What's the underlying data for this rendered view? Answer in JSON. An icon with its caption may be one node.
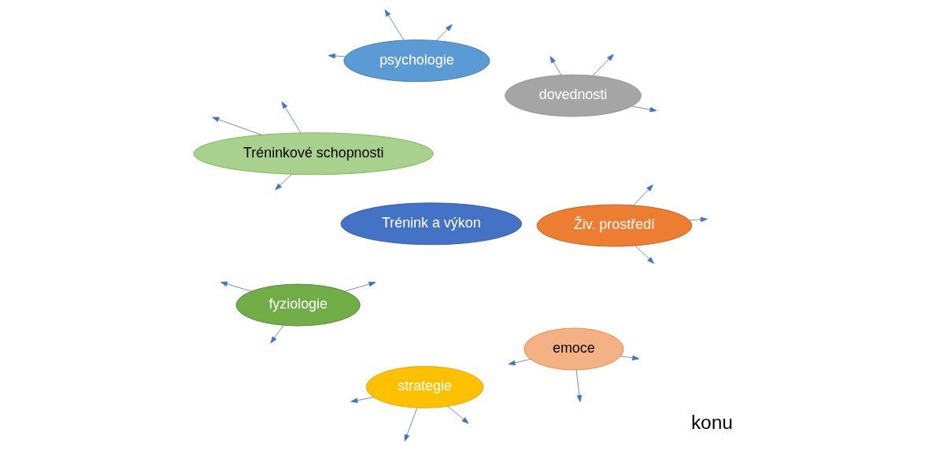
{
  "diagram": {
    "nodes": [
      {
        "text": [
          "strategie"
        ]
      },
      {
        "text": [
          "dovednosti"
        ]
      },
      {
        "text": [
          "emoce"
        ]
      },
      {
        "text": [
          "Trénink a výkon"
        ]
      },
      {
        "text": [
          "psychologie"
        ]
      },
      {
        "text": [
          "Tréninkové schopnosti"
        ]
      },
      {
        "text": [
          "fyziologie"
        ]
      },
      {
        "text": [
          "Živ. prostředí"
        ]
      }
    ],
    "edges": [
      {
        "from": 0,
        "to": null,
        "arrow": "to"
      },
      {
        "from": 0,
        "to": null,
        "arrow": "to"
      },
      {
        "from": 0,
        "to": null,
        "arrow": "to"
      },
      {
        "from": 1,
        "to": null,
        "arrow": "to"
      },
      {
        "from": 1,
        "to": null,
        "arrow": "to"
      },
      {
        "from": 1,
        "to": null,
        "arrow": "to"
      },
      {
        "from": 2,
        "to": null,
        "arrow": "to"
      },
      {
        "from": 2,
        "to": null,
        "arrow": "to"
      },
      {
        "from": 2,
        "to": null,
        "arrow": "to"
      },
      {
        "from": 4,
        "to": null,
        "arrow": "to"
      },
      {
        "from": 4,
        "to": null,
        "arrow": "to"
      },
      {
        "from": 4,
        "to": null,
        "arrow": "to"
      },
      {
        "from": 5,
        "to": null,
        "arrow": "to"
      },
      {
        "from": 5,
        "to": null,
        "arrow": "to"
      },
      {
        "from": 5,
        "to": null,
        "arrow": "to"
      },
      {
        "from": 6,
        "to": null,
        "arrow": "to"
      },
      {
        "from": 6,
        "to": null,
        "arrow": "to"
      },
      {
        "from": 6,
        "to": null,
        "arrow": "to"
      },
      {
        "from": 7,
        "to": null,
        "arrow": "to"
      },
      {
        "from": 7,
        "to": null,
        "arrow": "to"
      },
      {
        "from": 7,
        "to": null,
        "arrow": "to"
      }
    ],
    "labels": [
      "konu"
    ]
  }
}
